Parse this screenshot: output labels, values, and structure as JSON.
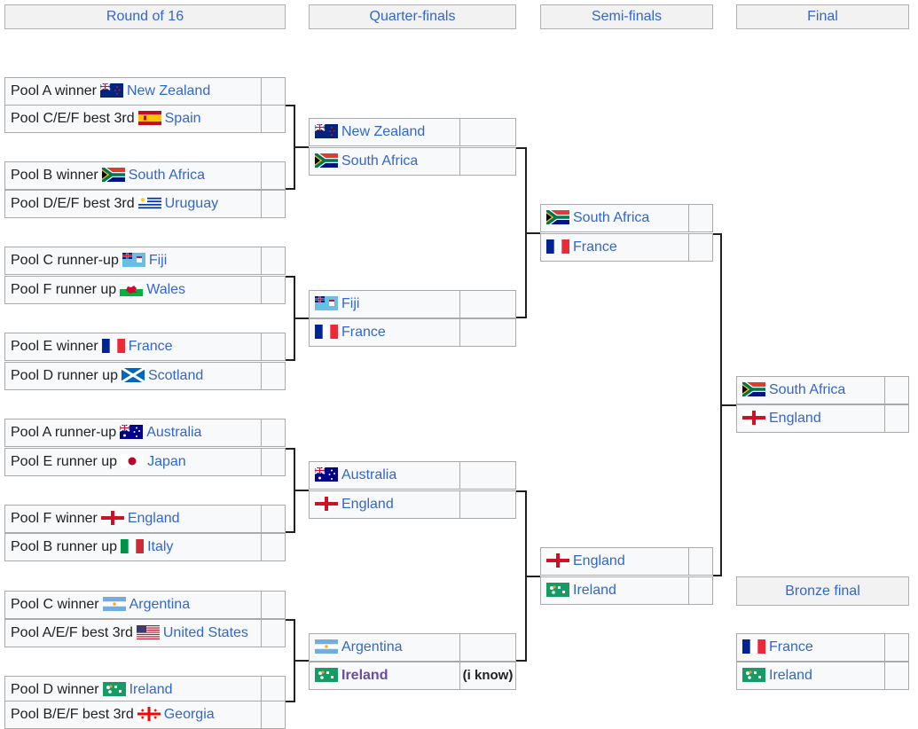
{
  "headers": {
    "r16": "Round of 16",
    "qf": "Quarter-finals",
    "sf": "Semi-finals",
    "final": "Final",
    "bronze": "Bronze final"
  },
  "r16": [
    {
      "prefix": "Pool A winner",
      "team": "New Zealand",
      "flag": "nz-flag-icon"
    },
    {
      "prefix": "Pool C/E/F best 3rd",
      "team": "Spain",
      "flag": "spain-flag-icon"
    },
    {
      "prefix": "Pool B winner",
      "team": "South Africa",
      "flag": "south-africa-flag-icon"
    },
    {
      "prefix": "Pool D/E/F best 3rd",
      "team": "Uruguay",
      "flag": "uruguay-flag-icon"
    },
    {
      "prefix": "Pool C runner-up",
      "team": "Fiji",
      "flag": "fiji-flag-icon"
    },
    {
      "prefix": "Pool F runner up",
      "team": "Wales",
      "flag": "wales-flag-icon"
    },
    {
      "prefix": "Pool E winner",
      "team": "France",
      "flag": "france-flag-icon"
    },
    {
      "prefix": "Pool D runner up",
      "team": "Scotland",
      "flag": "scotland-flag-icon"
    },
    {
      "prefix": "Pool A runner-up",
      "team": "Australia",
      "flag": "australia-flag-icon"
    },
    {
      "prefix": "Pool E runner up",
      "team": "Japan",
      "flag": "japan-flag-icon"
    },
    {
      "prefix": "Pool F winner",
      "team": "England",
      "flag": "england-flag-icon"
    },
    {
      "prefix": "Pool B runner up",
      "team": "Italy",
      "flag": "italy-flag-icon"
    },
    {
      "prefix": "Pool C winner",
      "team": "Argentina",
      "flag": "argentina-flag-icon"
    },
    {
      "prefix": "Pool A/E/F best 3rd",
      "team": "United States",
      "flag": "usa-flag-icon"
    },
    {
      "prefix": "Pool D winner",
      "team": "Ireland",
      "flag": "ireland-flag-icon"
    },
    {
      "prefix": "Pool B/E/F best 3rd",
      "team": "Georgia",
      "flag": "georgia-flag-icon"
    }
  ],
  "qf": [
    {
      "team": "New Zealand",
      "flag": "nz-flag-icon"
    },
    {
      "team": "South Africa",
      "flag": "south-africa-flag-icon"
    },
    {
      "team": "Fiji",
      "flag": "fiji-flag-icon"
    },
    {
      "team": "France",
      "flag": "france-flag-icon"
    },
    {
      "team": "Australia",
      "flag": "australia-flag-icon"
    },
    {
      "team": "England",
      "flag": "england-flag-icon"
    },
    {
      "team": "Argentina",
      "flag": "argentina-flag-icon"
    },
    {
      "team": "Ireland",
      "flag": "ireland-flag-icon",
      "bold": true,
      "score": "(i know)"
    }
  ],
  "sf": [
    {
      "team": "South Africa",
      "flag": "south-africa-flag-icon"
    },
    {
      "team": "France",
      "flag": "france-flag-icon"
    },
    {
      "team": "England",
      "flag": "england-flag-icon"
    },
    {
      "team": "Ireland",
      "flag": "ireland-flag-icon"
    }
  ],
  "final": [
    {
      "team": "South Africa",
      "flag": "south-africa-flag-icon"
    },
    {
      "team": "England",
      "flag": "england-flag-icon"
    }
  ],
  "bronze": [
    {
      "team": "France",
      "flag": "france-flag-icon"
    },
    {
      "team": "Ireland",
      "flag": "ireland-flag-icon"
    }
  ]
}
